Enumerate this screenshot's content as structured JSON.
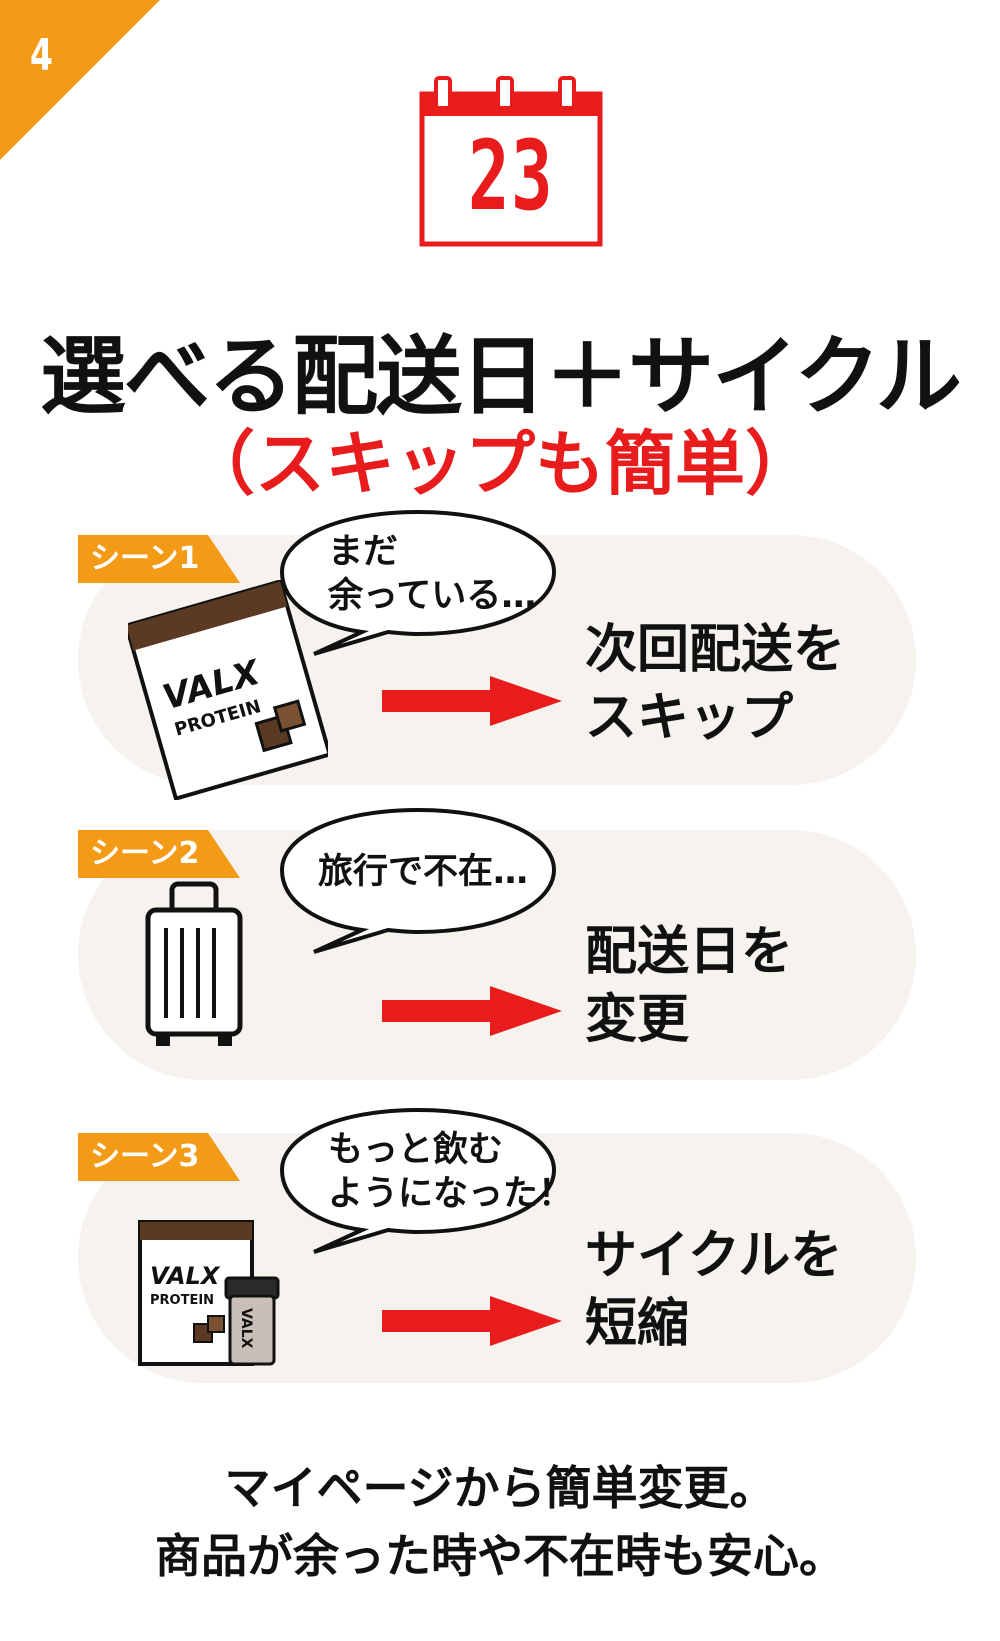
{
  "badge": {
    "number": "4",
    "color": "#f39b17"
  },
  "calendar": {
    "day": "23",
    "icon": "calendar-icon",
    "color": "#e81c1c"
  },
  "headline": {
    "main": "選べる配送日＋サイクル",
    "sub": "（スキップも簡単）",
    "sub_color": "#e81c1c"
  },
  "scenes": [
    {
      "tag": "シーン1",
      "bubble_line1": "まだ",
      "bubble_line2": "余っている…",
      "result_line1": "次回配送を",
      "result_line2": "スキップ",
      "illustration": "protein-pouch-icon",
      "brand": "VALX",
      "product": "PROTEIN"
    },
    {
      "tag": "シーン2",
      "bubble_line1": "旅行で不在…",
      "result_line1": "配送日を",
      "result_line2": "変更",
      "illustration": "suitcase-icon"
    },
    {
      "tag": "シーン3",
      "bubble_line1": "もっと飲む",
      "bubble_line2": "ようになった！",
      "result_line1": "サイクルを",
      "result_line2": "短縮",
      "illustration": "protein-and-shaker-icon",
      "brand": "VALX",
      "product": "PROTEIN",
      "shaker_brand": "VALX"
    }
  ],
  "colors": {
    "tag": "#f39b17",
    "arrow": "#e81c1c",
    "scene_bg": "#f6f3ee"
  },
  "footer": {
    "line1": "マイページから簡単変更。",
    "line2": "商品が余った時や不在時も安心。"
  }
}
